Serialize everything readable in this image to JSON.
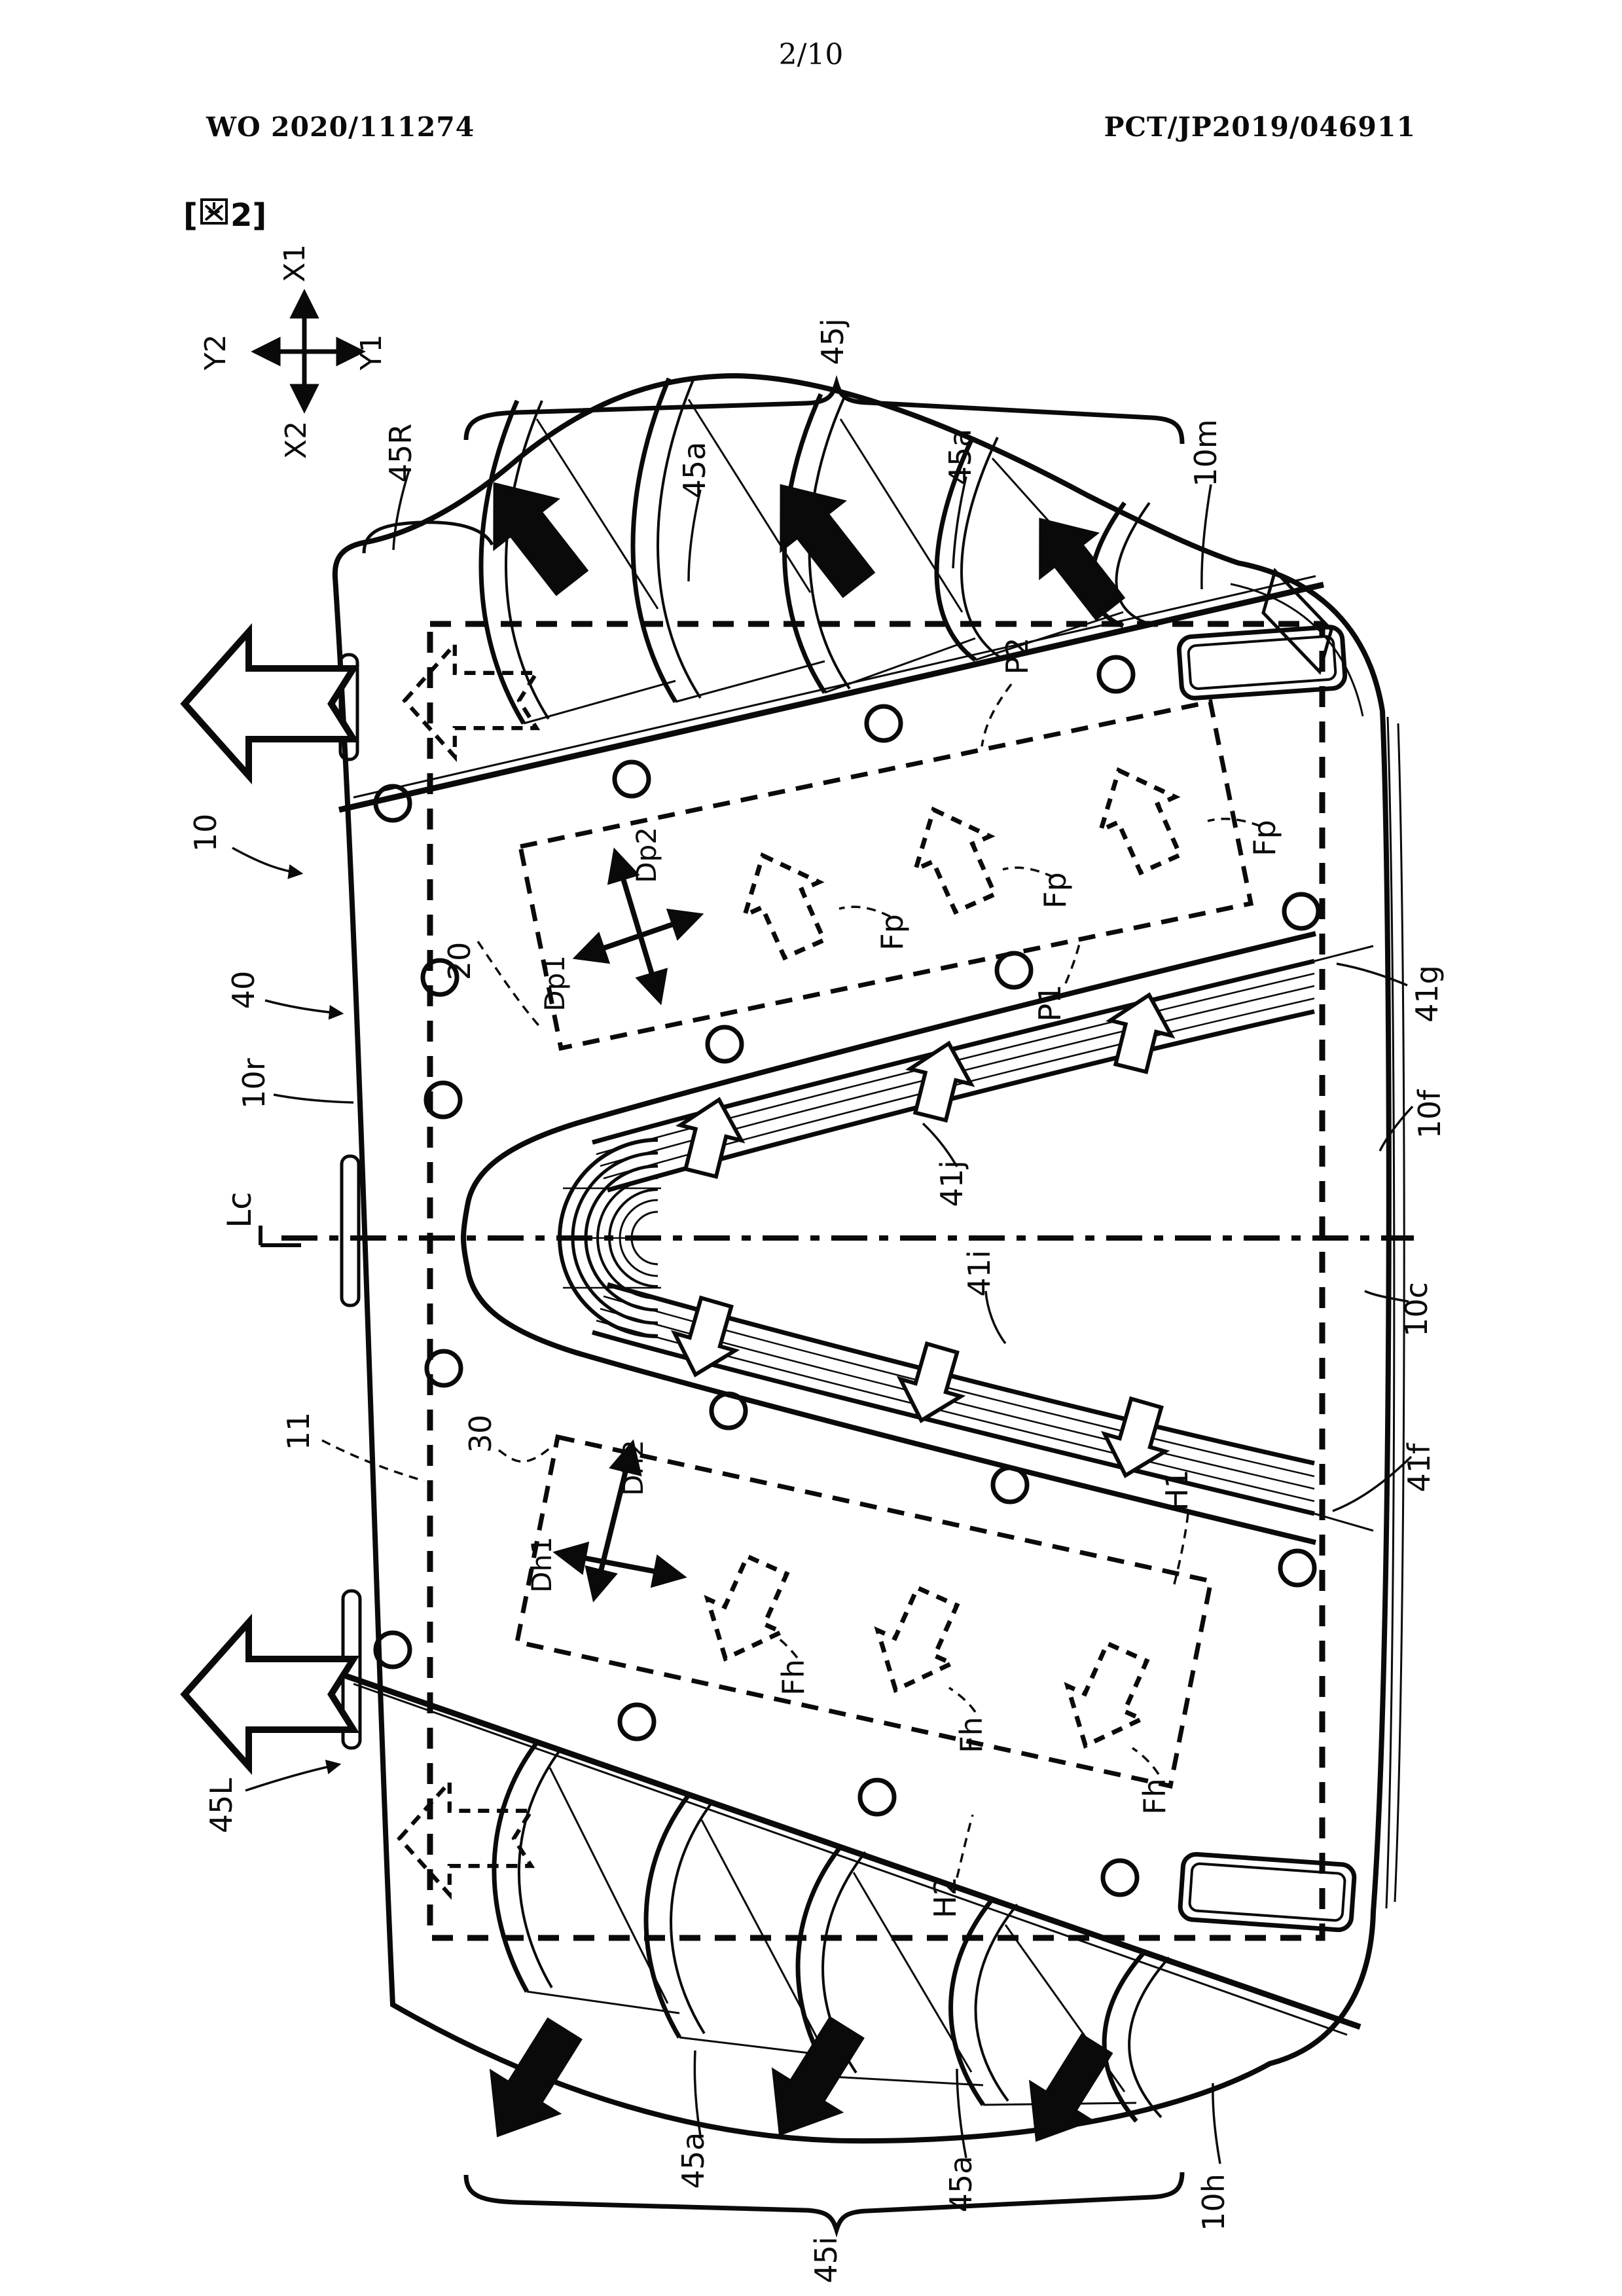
{
  "page": {
    "page_number": "2/10",
    "publication_number": "WO 2020/111274",
    "application_number": "PCT/JP2019/046911",
    "figure_tag_open": "[",
    "figure_tag_cjk": "図",
    "figure_tag_close": "2]"
  },
  "axes": {
    "x1": "X1",
    "x2": "X2",
    "y1": "Y1",
    "y2": "Y2"
  },
  "labels": {
    "l45R": "45R",
    "l45j": "45j",
    "l45a": "45a",
    "l10m": "10m",
    "l10": "10",
    "l40": "40",
    "l10r": "10r",
    "lLc": "Lc",
    "l20": "20",
    "lDp1": "Dp1",
    "lDp2": "Dp2",
    "lFp": "Fp",
    "lP1": "P1",
    "lP2": "P2",
    "l41g": "41g",
    "l10f": "10f",
    "l41j": "41j",
    "l41i": "41i",
    "l10c": "10c",
    "l41f": "41f",
    "l11": "11",
    "l30": "30",
    "lDh1": "Dh1",
    "lDh2": "Dh2",
    "lFh": "Fh",
    "lH1": "H1",
    "lH2": "H2",
    "l45i": "45i",
    "l10h": "10h",
    "l45L": "45L"
  },
  "colors": {
    "ink": "#0a0a0a",
    "paper": "#ffffff"
  }
}
